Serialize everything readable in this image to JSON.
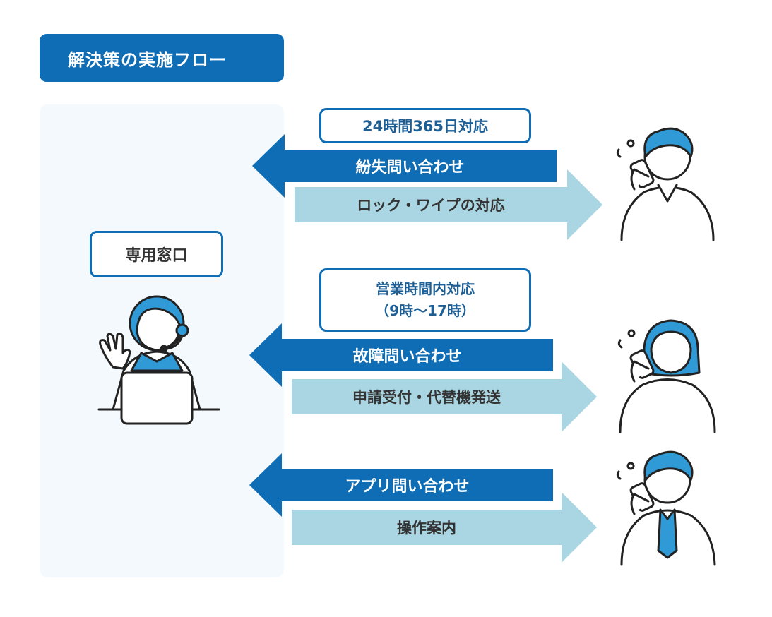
{
  "title": "解決策の実施フロー",
  "desk_label": "専用窓口",
  "hours_24": "24時間365日対応",
  "hours_business_line1": "営業時間内対応",
  "hours_business_line2": "（9時〜17時）",
  "flows": [
    {
      "inquiry": "紛失問い合わせ",
      "response": "ロック・ワイプの対応"
    },
    {
      "inquiry": "故障問い合わせ",
      "response": "申請受付・代替機発送"
    },
    {
      "inquiry": "アプリ問い合わせ",
      "response": "操作案内"
    }
  ],
  "colors": {
    "primary": "#0f6db5",
    "light_arrow": "#a9d6e2",
    "panel": "#f3f9fc",
    "accent_blue": "#2f9ad6"
  }
}
